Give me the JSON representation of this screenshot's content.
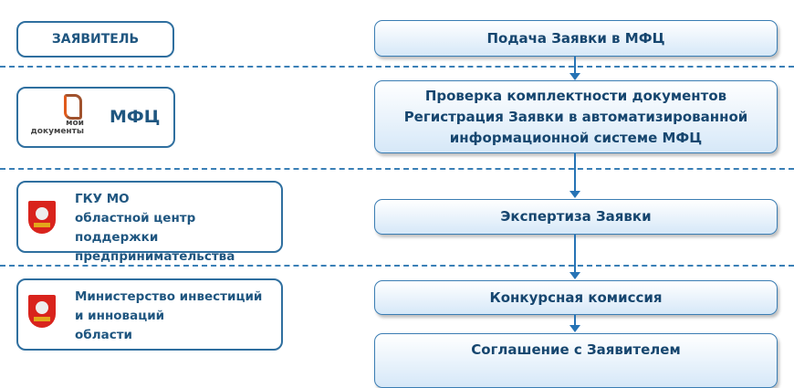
{
  "left": {
    "applicant": "ЗАЯВИТЕЛЬ",
    "mfc": {
      "logo_text": "мои документы",
      "label": "МФЦ"
    },
    "gku": {
      "line1": "ГКУ МО",
      "line2": "областной центр поддержки",
      "line3": "предпринимательства"
    },
    "ministry": {
      "line1": "Министерство инвестиций",
      "line2": "и инноваций",
      "line3": "области"
    }
  },
  "steps": [
    {
      "lines": [
        "Подача Заявки в МФЦ"
      ]
    },
    {
      "lines": [
        "Проверка комплектности документов",
        "Регистрация Заявки в автоматизированной",
        "информационной системе МФЦ"
      ]
    },
    {
      "lines": [
        "Экспертиза Заявки"
      ]
    },
    {
      "lines": [
        "Конкурсная комиссия"
      ]
    },
    {
      "lines": [
        "Соглашение с Заявителем"
      ]
    }
  ],
  "colors": {
    "primary": "#1f5680",
    "border": "#2f6f9f",
    "arrow": "#2673b5"
  }
}
